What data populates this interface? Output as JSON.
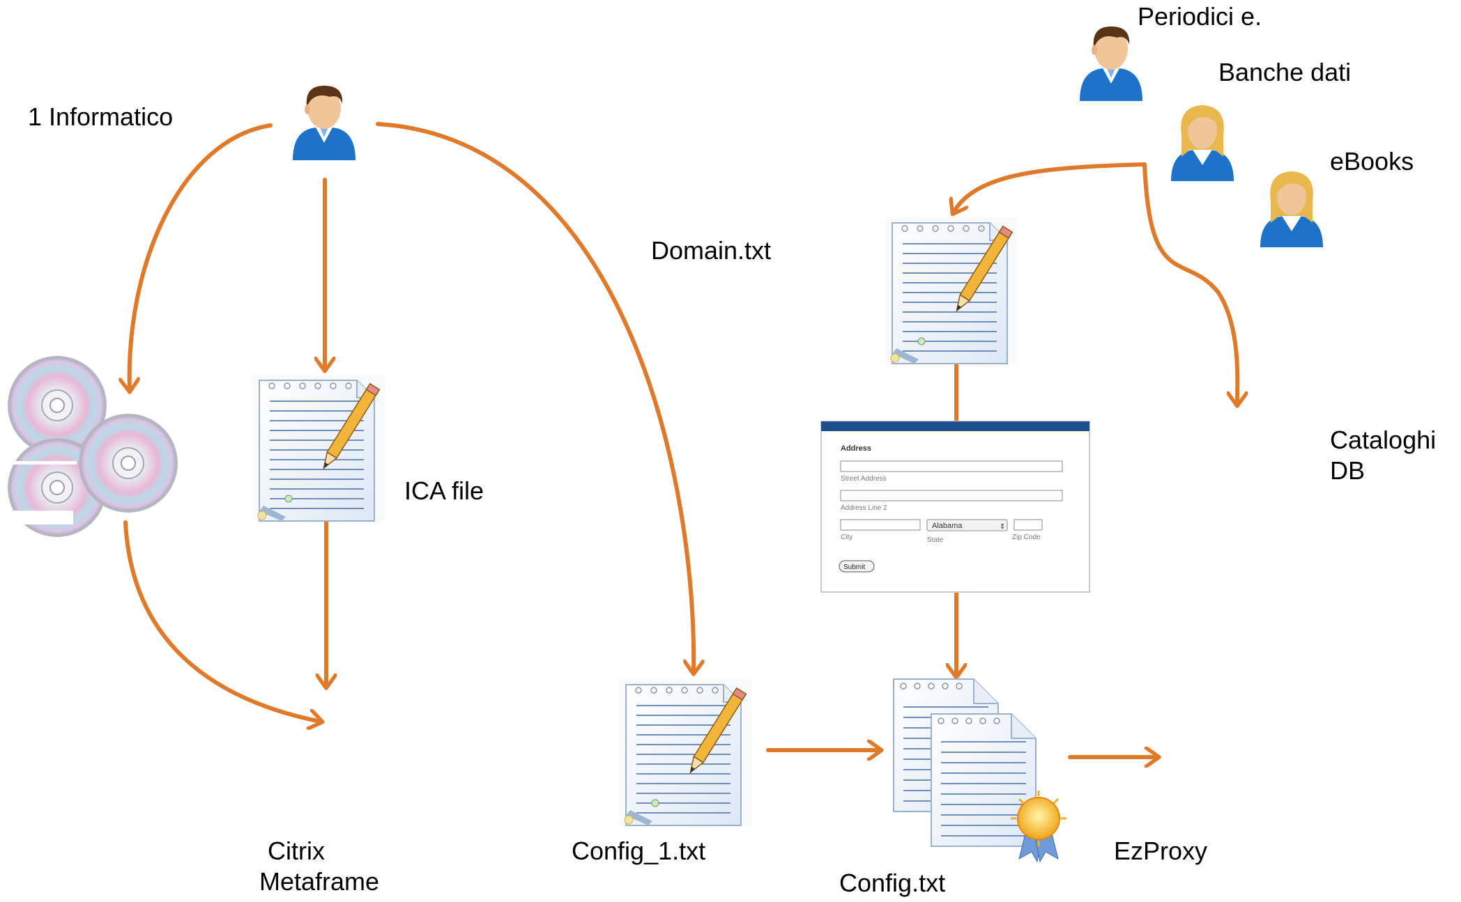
{
  "labels": {
    "informatico": "1 Informatico",
    "periodici": "Periodici e.",
    "banche_dati": "Banche dati",
    "ebooks": "eBooks",
    "domain_txt": "Domain.txt",
    "ica_file": "ICA file",
    "cataloghi_line1": "Cataloghi",
    "cataloghi_line2": "DB",
    "citrix_line1": "Citrix",
    "citrix_line2": "Metaframe",
    "config_1": "Config_1.txt",
    "config": "Config.txt",
    "ezproxy": "EzProxy"
  },
  "form": {
    "title": "Address",
    "street_label": "Street Address",
    "line2_label": "Address Line 2",
    "city_label": "City",
    "state_label": "State",
    "state_value": "Alabama",
    "zip_label": "Zip Code",
    "submit_label": "Submit"
  },
  "colors": {
    "arrow": "#E07A2B",
    "user_shirt": "#1E73C8",
    "form_header": "#1F4E8C"
  }
}
